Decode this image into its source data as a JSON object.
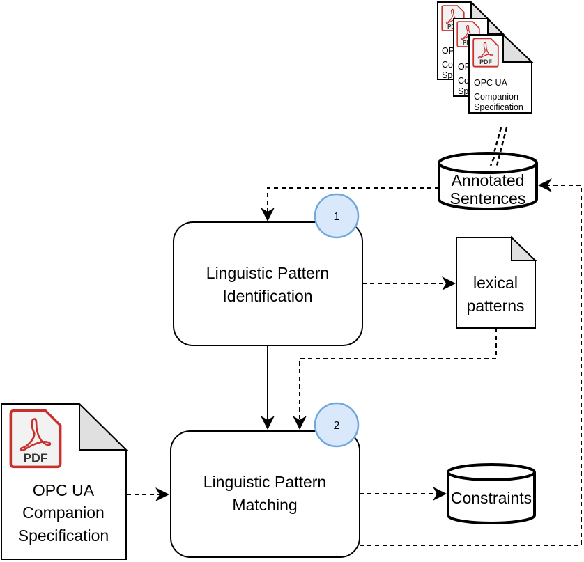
{
  "diagram": {
    "title": "Linguistic pattern identification and matching pipeline",
    "colors": {
      "stroke": "#000000",
      "fold": "#e0e0e0",
      "badge_fill": "#dae8fc",
      "badge_stroke": "#6fa8dc",
      "pdf_red": "#c9302c",
      "pdf_bg": "#f2f2f2"
    },
    "nodes": {
      "annotated_sentences": {
        "type": "database",
        "lines": [
          "Annotated",
          "Sentences"
        ]
      },
      "pattern_identification": {
        "type": "process",
        "lines": [
          "Linguistic Pattern",
          "Identification"
        ],
        "step": "1"
      },
      "lexical_patterns": {
        "type": "document",
        "lines": [
          "lexical",
          "patterns"
        ]
      },
      "pattern_matching": {
        "type": "process",
        "lines": [
          "Linguistic Pattern",
          "Matching"
        ],
        "step": "2"
      },
      "constraints": {
        "type": "database",
        "lines": [
          "Constraints"
        ]
      },
      "input_spec": {
        "type": "pdf-document",
        "icon_label": "PDF",
        "lines": [
          "OPC UA",
          "Companion",
          "Specification"
        ]
      },
      "spec_stack": {
        "type": "pdf-document-stack",
        "icon_label": "PDF",
        "back_docs": [
          {
            "icon_label": "PDF",
            "lines": [
              "OPC UA",
              "Companion",
              "Specification"
            ]
          },
          {
            "icon_label": "PDF",
            "lines": [
              "OPC UA",
              "Companion",
              "Specification"
            ]
          }
        ],
        "front_doc": {
          "icon_label": "PDF",
          "lines": [
            "OPC UA",
            "Companion",
            "Specification"
          ]
        }
      }
    },
    "edges": [
      {
        "from": "spec_stack",
        "to": "annotated_sentences",
        "style": "dashed-double"
      },
      {
        "from": "annotated_sentences",
        "to": "pattern_identification",
        "style": "dashed"
      },
      {
        "from": "pattern_identification",
        "to": "lexical_patterns",
        "style": "dashed"
      },
      {
        "from": "pattern_identification",
        "to": "pattern_matching",
        "style": "solid"
      },
      {
        "from": "lexical_patterns",
        "to": "pattern_matching",
        "style": "dashed"
      },
      {
        "from": "input_spec",
        "to": "pattern_matching",
        "style": "dashed"
      },
      {
        "from": "pattern_matching",
        "to": "constraints",
        "style": "dashed"
      },
      {
        "from": "pattern_matching",
        "to": "annotated_sentences",
        "style": "dashed"
      }
    ]
  }
}
